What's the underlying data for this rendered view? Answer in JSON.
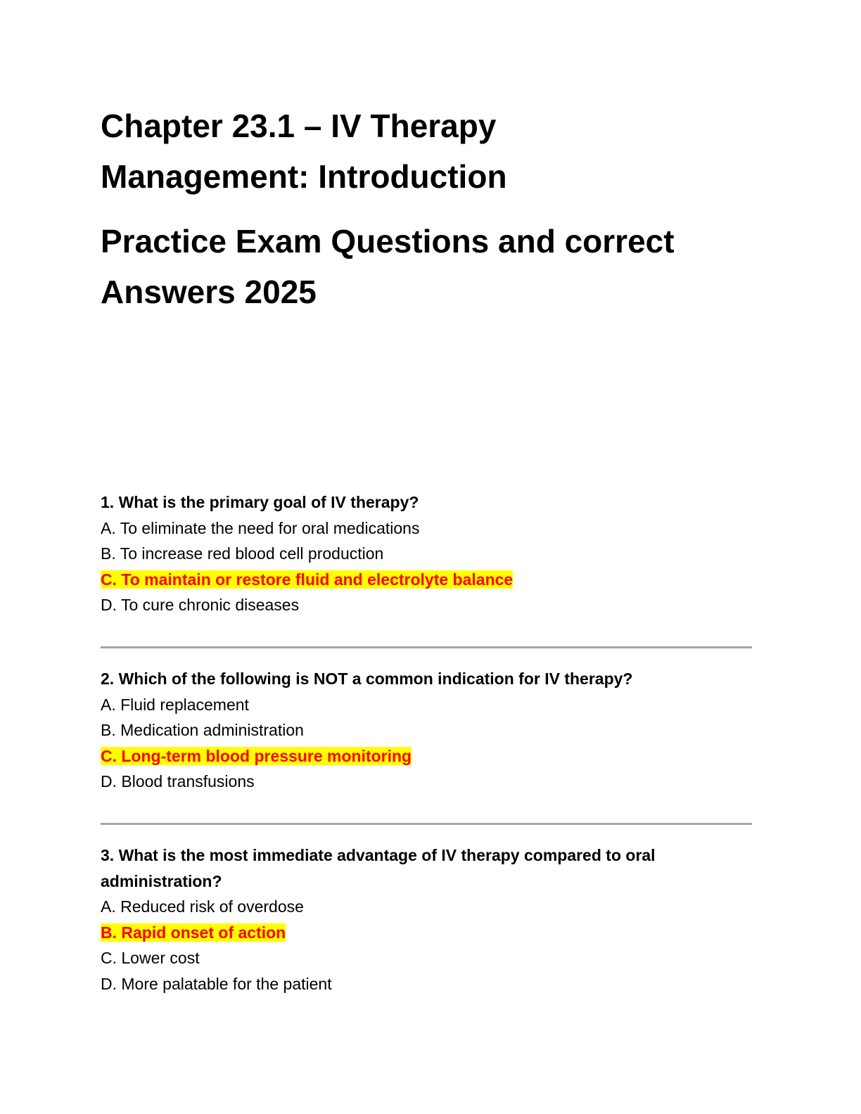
{
  "document": {
    "title_lines": [
      "Chapter 23.1 – IV Therapy",
      "Management: Introduction"
    ],
    "subtitle_lines": [
      "Practice Exam Questions and correct",
      "Answers 2025"
    ],
    "highlight_color": "#ffff00",
    "correct_text_color": "#ff0000",
    "divider_color": "#a6a6a6"
  },
  "questions": [
    {
      "question": "1. What is the primary goal of IV therapy?",
      "options": [
        "A. To eliminate the need for oral medications",
        "B. To increase red blood cell production",
        "C. To maintain or restore fluid and electrolyte balance",
        "D. To cure chronic diseases"
      ],
      "correct_option": "C"
    },
    {
      "question": "2. Which of the following is NOT a common indication for IV therapy?",
      "options": [
        "A. Fluid replacement",
        "B. Medication administration",
        "C. Long-term blood pressure monitoring",
        "D. Blood transfusions"
      ],
      "correct_option": "C"
    },
    {
      "question": "3. What is the most immediate advantage of IV therapy compared to oral administration?",
      "options": [
        "A. Reduced risk of overdose",
        "B. Rapid onset of action",
        "C. Lower cost",
        "D. More palatable for the patient"
      ],
      "correct_option": "B"
    }
  ]
}
